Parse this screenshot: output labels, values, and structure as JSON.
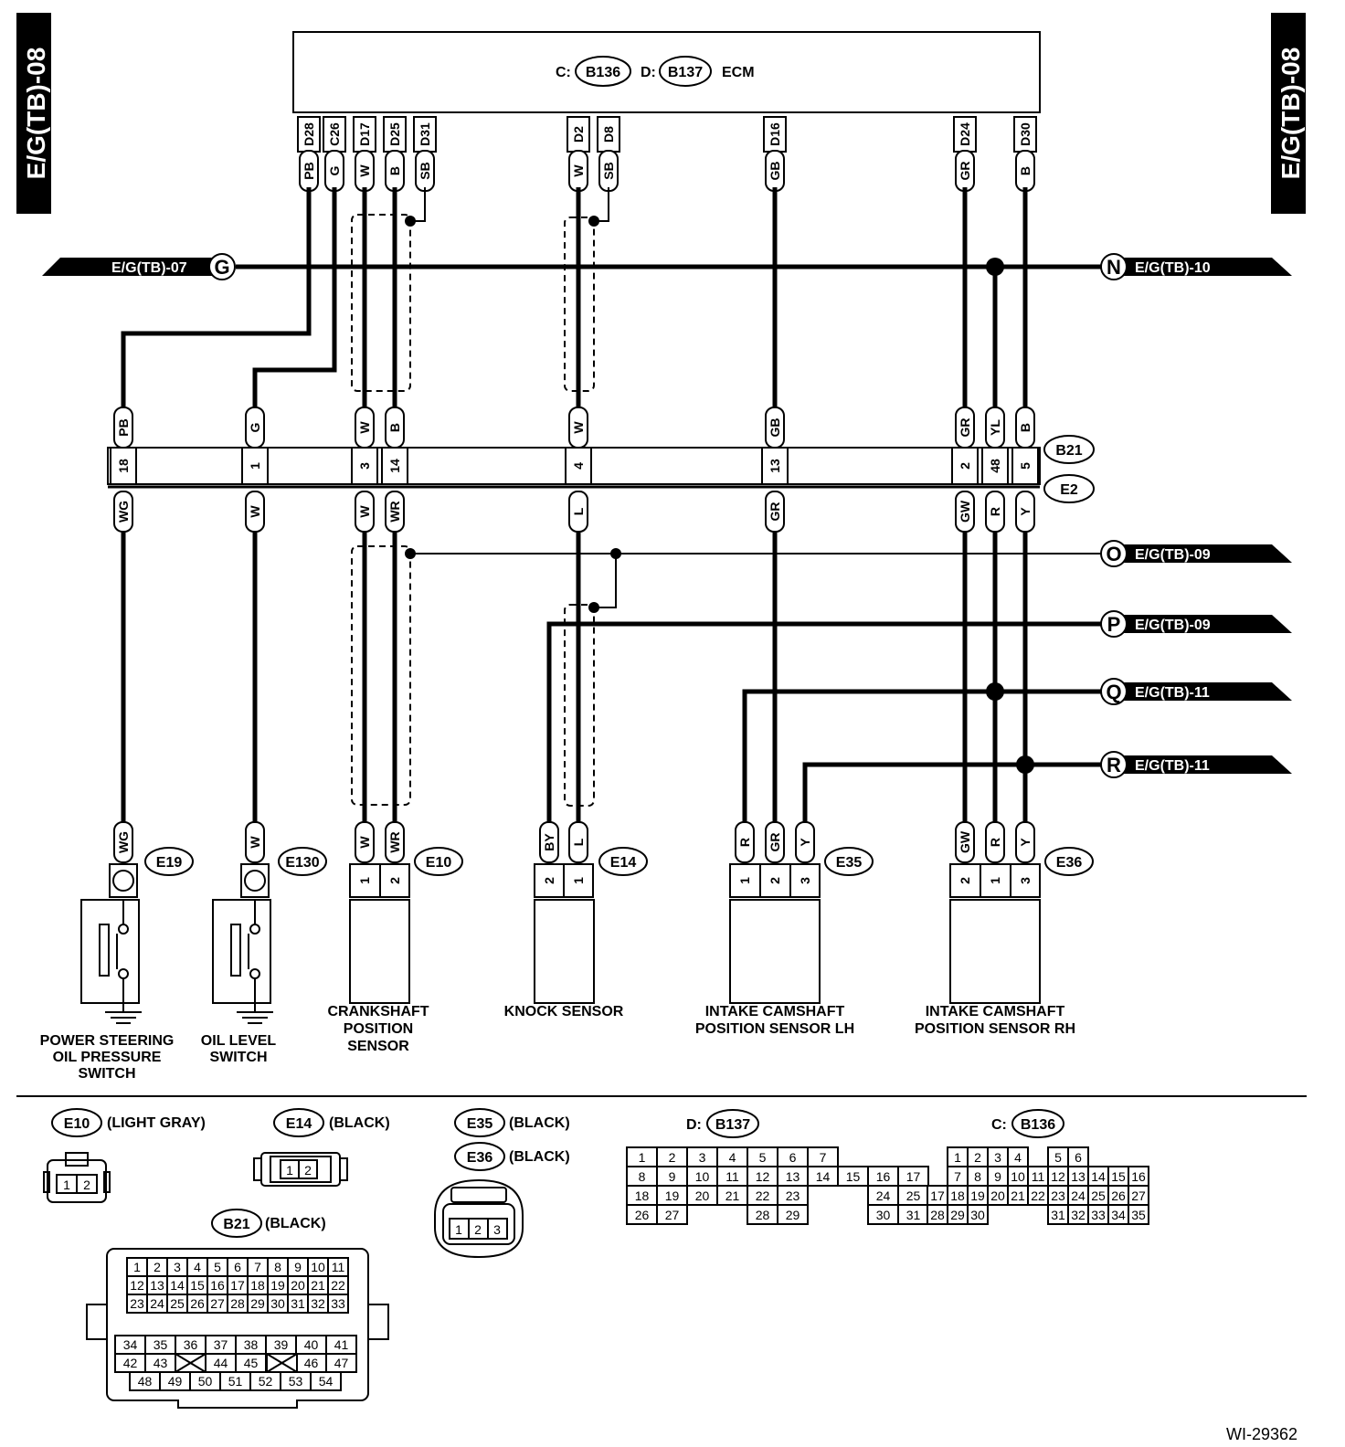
{
  "page_tag": "E/G(TB)-08",
  "ecm": {
    "prefix_c": "C:",
    "prefix_d": "D:",
    "conn_c": "B136",
    "conn_d": "B137",
    "label": "ECM"
  },
  "ecm_pins": [
    {
      "pin": "D28",
      "color": "PB"
    },
    {
      "pin": "C26",
      "color": "G"
    },
    {
      "pin": "D17",
      "color": "W"
    },
    {
      "pin": "D25",
      "color": "B"
    },
    {
      "pin": "D31",
      "color": "SB"
    },
    {
      "pin": "D2",
      "color": "W"
    },
    {
      "pin": "D8",
      "color": "SB"
    },
    {
      "pin": "D16",
      "color": "GB"
    },
    {
      "pin": "D24",
      "color": "GR"
    },
    {
      "pin": "D30",
      "color": "B"
    }
  ],
  "refs": [
    {
      "letter": "G",
      "text": "E/G(TB)-07"
    },
    {
      "letter": "N",
      "text": "E/G(TB)-10"
    },
    {
      "letter": "O",
      "text": "E/G(TB)-09"
    },
    {
      "letter": "P",
      "text": "E/G(TB)-09"
    },
    {
      "letter": "Q",
      "text": "E/G(TB)-11"
    },
    {
      "letter": "R",
      "text": "E/G(TB)-11"
    }
  ],
  "junction": {
    "upper_conn": "B21",
    "lower_conn": "E2",
    "columns": [
      {
        "top": "PB",
        "pin": "18",
        "bottom": "WG"
      },
      {
        "top": "G",
        "pin": "1",
        "bottom": "W"
      },
      {
        "top": "W",
        "pin": "3",
        "bottom": "W"
      },
      {
        "top": "B",
        "pin": "14",
        "bottom": "WR"
      },
      {
        "top": "W",
        "pin": "4",
        "bottom": "L"
      },
      {
        "top": "GB",
        "pin": "13",
        "bottom": "GR"
      },
      {
        "top": "GR",
        "pin": "2",
        "bottom": "GW"
      },
      {
        "top": "YL",
        "pin": "48",
        "bottom": "R"
      },
      {
        "top": "B",
        "pin": "5",
        "bottom": "Y"
      }
    ]
  },
  "components": [
    {
      "conn": "E19",
      "wires": [
        "WG"
      ],
      "pins": [],
      "label": [
        "POWER STEERING",
        "OIL PRESSURE",
        "SWITCH"
      ]
    },
    {
      "conn": "E130",
      "wires": [
        "W"
      ],
      "pins": [],
      "label": [
        "OIL LEVEL",
        "SWITCH"
      ]
    },
    {
      "conn": "E10",
      "wires": [
        "W",
        "WR"
      ],
      "pins": [
        "1",
        "2"
      ],
      "label": [
        "CRANKSHAFT",
        "POSITION",
        "SENSOR"
      ]
    },
    {
      "conn": "E14",
      "wires": [
        "BY",
        "L"
      ],
      "pins": [
        "2",
        "1"
      ],
      "label": [
        "KNOCK SENSOR"
      ]
    },
    {
      "conn": "E35",
      "wires": [
        "R",
        "GR",
        "Y"
      ],
      "pins": [
        "1",
        "2",
        "3"
      ],
      "label": [
        "INTAKE CAMSHAFT",
        "POSITION SENSOR LH"
      ]
    },
    {
      "conn": "E36",
      "wires": [
        "GW",
        "R",
        "Y"
      ],
      "pins": [
        "2",
        "1",
        "3"
      ],
      "label": [
        "INTAKE CAMSHAFT",
        "POSITION SENSOR RH"
      ]
    }
  ],
  "connector_views": {
    "e10": {
      "conn": "E10",
      "color": "(LIGHT GRAY)",
      "pins": [
        "1",
        "2"
      ]
    },
    "e14": {
      "conn": "E14",
      "color": "(BLACK)",
      "pins": [
        "1",
        "2"
      ]
    },
    "e35": {
      "conn": "E35",
      "color": "(BLACK)"
    },
    "e36": {
      "conn": "E36",
      "color": "(BLACK)",
      "pins": [
        "1",
        "2",
        "3"
      ]
    },
    "b21": {
      "conn": "B21",
      "color": "(BLACK)",
      "upper_rows": [
        [
          "1",
          "2",
          "3",
          "4",
          "5",
          "6",
          "7",
          "8",
          "9",
          "10",
          "11"
        ],
        [
          "12",
          "13",
          "14",
          "15",
          "16",
          "17",
          "18",
          "19",
          "20",
          "21",
          "22"
        ],
        [
          "23",
          "24",
          "25",
          "26",
          "27",
          "28",
          "29",
          "30",
          "31",
          "32",
          "33"
        ]
      ],
      "lower_rows": [
        [
          "34",
          "35",
          "36",
          "37",
          "38",
          "39",
          "40",
          "41"
        ],
        [
          "42",
          "43",
          "",
          "44",
          "45",
          "",
          "46",
          "47"
        ],
        [
          "48",
          "49",
          "50",
          "51",
          "52",
          "53",
          "54"
        ]
      ]
    },
    "b137": {
      "prefix": "D:",
      "conn": "B137",
      "rows": [
        [
          "1",
          "2",
          "3",
          "4",
          "5",
          "6",
          "7"
        ],
        [
          "8",
          "9",
          "10",
          "11",
          "12",
          "13",
          "14",
          "15",
          "16",
          "17"
        ],
        [
          "18",
          "19",
          "20",
          "21",
          "22",
          "23",
          "",
          "",
          "24",
          "25"
        ],
        [
          "26",
          "27",
          "",
          "",
          "28",
          "29",
          "",
          "",
          "30",
          "31"
        ]
      ]
    },
    "b136": {
      "prefix": "C:",
      "conn": "B136",
      "rows": [
        [
          "",
          "1",
          "2",
          "3",
          "4",
          "",
          "5",
          "6"
        ],
        [
          "",
          "7",
          "8",
          "9",
          "10",
          "11",
          "12",
          "13",
          "14",
          "15",
          "16"
        ],
        [
          "17",
          "18",
          "19",
          "20",
          "21",
          "22",
          "23",
          "24",
          "25",
          "26",
          "27"
        ],
        [
          "28",
          "29",
          "30",
          "",
          "",
          "",
          "31",
          "32",
          "33",
          "34",
          "35"
        ]
      ]
    }
  },
  "figure_id": "WI-29362"
}
